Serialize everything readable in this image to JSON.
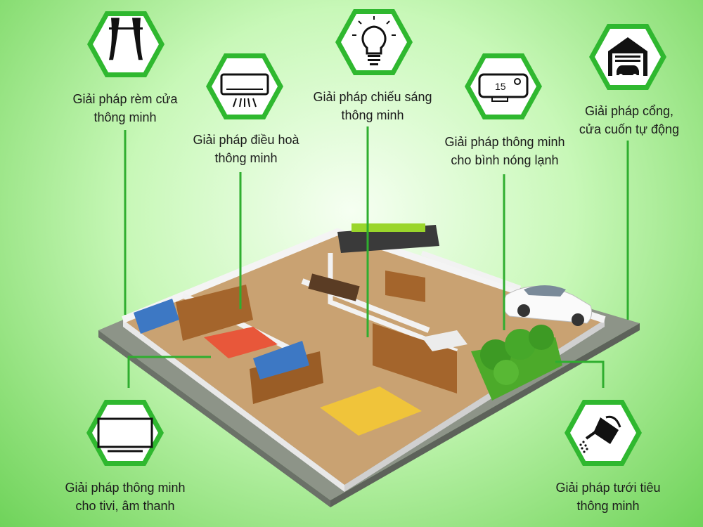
{
  "colors": {
    "accent_green": "#2fb82f",
    "hex_fill": "#ffffff",
    "line_green": "#2fae2f"
  },
  "features": [
    {
      "id": "curtain",
      "icon": "curtain-icon",
      "line1": "Giải pháp rèm cửa",
      "line2": "thông minh"
    },
    {
      "id": "aircon",
      "icon": "air-conditioner-icon",
      "line1": "Giải pháp điều hoà",
      "line2": "thông minh"
    },
    {
      "id": "lighting",
      "icon": "light-bulb-icon",
      "line1": "Giải pháp chiếu sáng",
      "line2": "thông minh"
    },
    {
      "id": "water-heater",
      "icon": "water-heater-icon",
      "line1": "Giải pháp thông minh",
      "line2": "cho bình nóng lạnh",
      "display_value": "15"
    },
    {
      "id": "gate",
      "icon": "garage-gate-icon",
      "line1": "Giải pháp cổng,",
      "line2": "cửa cuốn tự động"
    },
    {
      "id": "tv-audio",
      "icon": "tv-icon",
      "line1": "Giải pháp thông minh",
      "line2": "cho tivi, âm thanh"
    },
    {
      "id": "irrigation",
      "icon": "watering-can-icon",
      "line1": "Giải pháp tưới tiêu",
      "line2": "thông minh"
    }
  ]
}
